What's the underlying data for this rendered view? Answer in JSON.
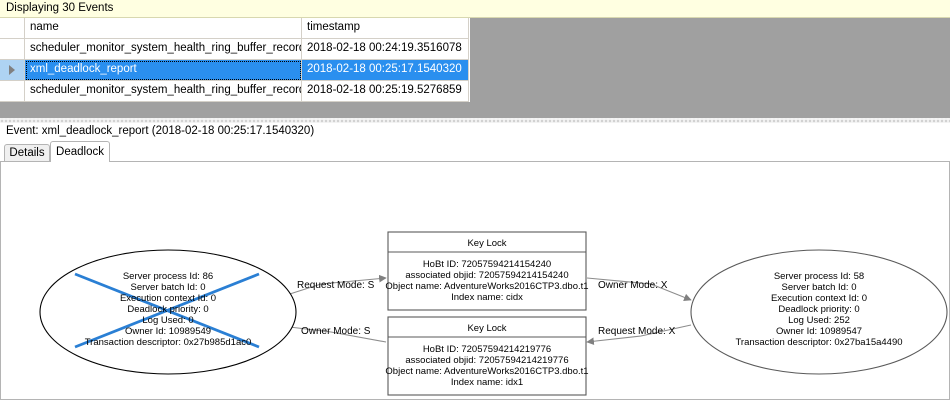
{
  "status": {
    "text": "Displaying 30 Events"
  },
  "grid": {
    "columns": [
      "",
      "name",
      "timestamp"
    ],
    "rows": [
      {
        "selected": false,
        "indicator": "",
        "name": "scheduler_monitor_system_health_ring_buffer_recorded",
        "timestamp": "2018-02-18 00:24:19.3516078"
      },
      {
        "selected": true,
        "indicator": "row-selector-arrow",
        "name": "xml_deadlock_report",
        "timestamp": "2018-02-18 00:25:17.1540320"
      },
      {
        "selected": false,
        "indicator": "",
        "name": "scheduler_monitor_system_health_ring_buffer_recorded",
        "timestamp": "2018-02-18 00:25:19.5276859"
      }
    ]
  },
  "event_header": {
    "text": "Event: xml_deadlock_report (2018-02-18 00:25:17.1540320)"
  },
  "tabs": [
    {
      "label": "Details",
      "active": false
    },
    {
      "label": "Deadlock",
      "active": true
    }
  ],
  "colors": {
    "selection": "#2a8fef",
    "status_bar": "#ffffe1",
    "grid_empty": "#a0a0a0",
    "victim_cross": "#2a7fd4",
    "node_stroke": "#000000",
    "resource_stroke": "#595959"
  },
  "deadlock_graph": {
    "processes": [
      {
        "id": "process-left",
        "role": "victim",
        "victim_marker": "blue-cross",
        "lines": [
          "Server process Id: 86",
          "Server batch Id: 0",
          "Execution context Id: 0",
          "Deadlock priority: 0",
          "Log Used: 0",
          "Owner Id: 10989549",
          "Transaction descriptor: 0x27b985d1ac0"
        ]
      },
      {
        "id": "process-right",
        "role": "survivor",
        "victim_marker": "",
        "lines": [
          "Server process Id: 58",
          "Server batch Id: 0",
          "Execution context Id: 0",
          "Deadlock priority: 0",
          "Log Used: 252",
          "Owner Id: 10989547",
          "Transaction descriptor: 0x27ba15a4490"
        ]
      }
    ],
    "resources": [
      {
        "id": "keylock-top",
        "title": "Key Lock",
        "lines": [
          "HoBt ID: 72057594214154240",
          "associated objid: 72057594214154240",
          "Object name: AdventureWorks2016CTP3.dbo.t1",
          "Index name: cidx"
        ]
      },
      {
        "id": "keylock-bottom",
        "title": "Key Lock",
        "lines": [
          "HoBt ID: 72057594214219776",
          "associated objid: 72057594214219776",
          "Object name: AdventureWorks2016CTP3.dbo.t1",
          "Index name: idx1"
        ]
      }
    ],
    "edges": [
      {
        "id": "edge-left-request",
        "label": "Request Mode: S",
        "from": "process-left",
        "to": "keylock-top"
      },
      {
        "id": "edge-left-owner",
        "label": "Owner Mode: S",
        "from": "keylock-bottom",
        "to": "process-left"
      },
      {
        "id": "edge-right-owner",
        "label": "Owner Mode: X",
        "from": "keylock-top",
        "to": "process-right"
      },
      {
        "id": "edge-right-request",
        "label": "Request Mode: X",
        "from": "process-right",
        "to": "keylock-bottom"
      }
    ]
  }
}
